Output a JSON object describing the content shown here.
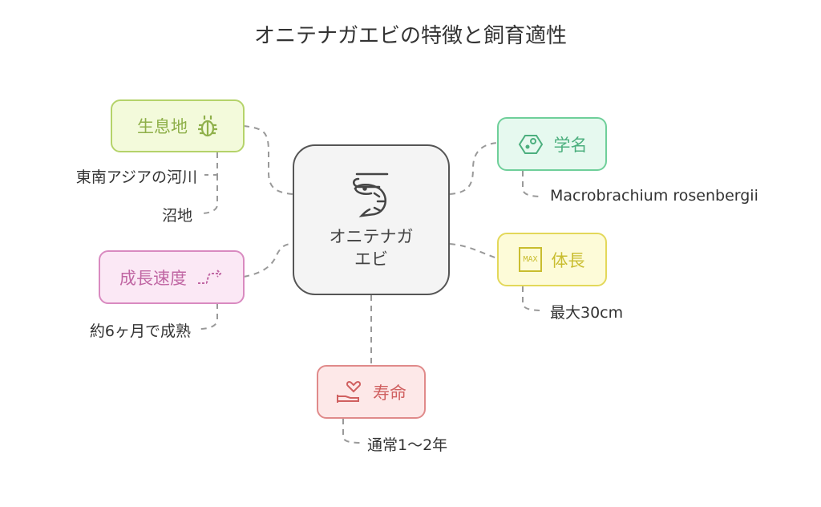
{
  "title": "オニテナガエビの特徴と飼育適性",
  "center": {
    "line1": "オニテナガ",
    "line2": "エビ",
    "icon": "shrimp-icon"
  },
  "nodes": {
    "habitat": {
      "label": "生息地",
      "icon": "beetle-icon",
      "color": "#8fb04a",
      "leaves": [
        "東南アジアの河川",
        "沼地"
      ]
    },
    "growth": {
      "label": "成長速度",
      "icon": "step-arrow-icon",
      "color": "#c066a3",
      "leaves": [
        "約6ヶ月で成熟"
      ]
    },
    "scientific_name": {
      "label": "学名",
      "icon": "cell-icon",
      "color": "#4caf7e",
      "leaves": [
        "Macrobrachium rosenbergii"
      ]
    },
    "body_length": {
      "label": "体長",
      "icon": "max-icon",
      "icon_text": "MAX",
      "color": "#c9bd2f",
      "leaves": [
        "最大30cm"
      ]
    },
    "lifespan": {
      "label": "寿命",
      "icon": "heart-hand-icon",
      "color": "#d06060",
      "leaves": [
        "通常1〜2年"
      ]
    }
  }
}
